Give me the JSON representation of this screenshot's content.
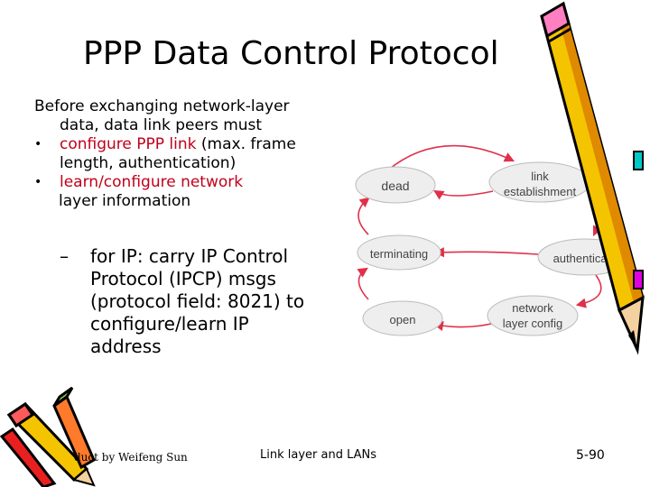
{
  "slide": {
    "title": "PPP Data Control Protocol",
    "intro": {
      "line1": "Before exchanging network-layer",
      "line2": "data, data link peers must",
      "bullet1_red": "configure PPP link",
      "bullet1_rest": " (max. frame",
      "bullet1_cont": "length, authentication)",
      "bullet2_red": "learn/configure network",
      "bullet2_cont": "layer information",
      "bullet_glyph": "•"
    },
    "sub": {
      "dash": "–",
      "line1": "for IP: carry IP Control",
      "line2": "Protocol (IPCP) msgs",
      "line3": "(protocol field: 8021) to",
      "line4": "configure/learn IP",
      "line5": "address"
    },
    "footer": {
      "credit": "duct by Weifeng Sun",
      "center": "Link layer and LANs",
      "page": "5-90"
    }
  },
  "diagram": {
    "states": {
      "dead": "dead",
      "link_line1": "link",
      "link_line2": "establishment",
      "terminating": "terminating",
      "authenticate": "authenticate",
      "open": "open",
      "network_line1": "network",
      "network_line2": "layer  config"
    },
    "colors": {
      "arrow": "#e0304a",
      "ellipse_fill": "#eeeeee",
      "text": "#444444"
    }
  },
  "decor": {
    "pencil_icons": [
      "pencil-icon",
      "pencils-icon"
    ]
  }
}
